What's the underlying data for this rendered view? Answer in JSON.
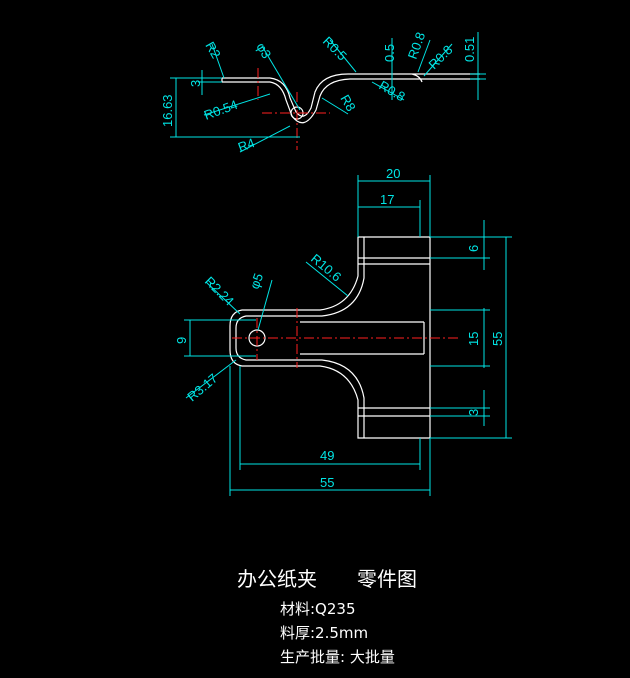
{
  "title": {
    "part_name": "办公纸夹",
    "drawing_type": "零件图"
  },
  "specs": {
    "material": "材料:Q235",
    "thickness": "料厚:2.5mm",
    "batch": "生产批量: 大批量"
  },
  "dimensions": {
    "top_view": {
      "r2": "R2",
      "phi3": "φ3",
      "r05": "R0.5",
      "t05": "0.5",
      "r08a": "R0.8",
      "r08b": "R0.8",
      "t051": "0.51",
      "three": "3",
      "h1663": "16.63",
      "r054": "R0.54",
      "r8": "R8",
      "r08c": "R0.8",
      "r4": "R4"
    },
    "front_view": {
      "w20": "20",
      "w17": "17",
      "h6": "6",
      "r106": "R10.6",
      "r224": "R2.24",
      "phi5": "φ5",
      "h9": "9",
      "h15": "15",
      "h55": "55",
      "r317": "R3.17",
      "h3": "3",
      "w49": "49",
      "w55": "55"
    }
  },
  "colors": {
    "background": "#000000",
    "part_outline": "#ffffff",
    "dimension": "#00e5e5",
    "centerline": "#ff2020"
  }
}
